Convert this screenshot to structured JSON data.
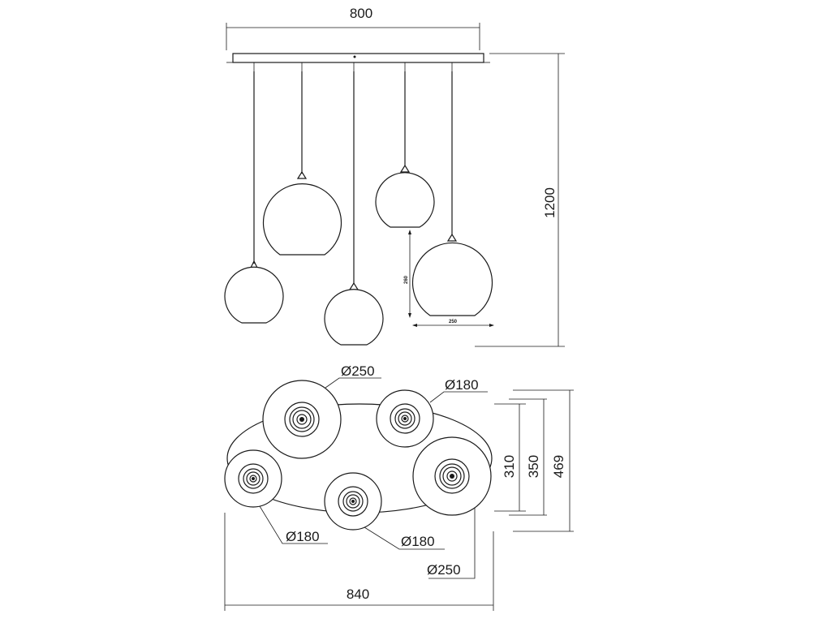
{
  "front_view": {
    "width_label": "800",
    "height_label": "1200",
    "globe_height_label": "260",
    "globe_width_label": "250"
  },
  "top_view": {
    "diameter_labels": [
      "Ø250",
      "Ø180",
      "Ø180",
      "Ø180",
      "Ø250"
    ],
    "depth_labels": [
      "310",
      "350",
      "469"
    ],
    "width_label": "840"
  },
  "colors": {
    "line": "#1a1a1a",
    "background": "#ffffff"
  }
}
